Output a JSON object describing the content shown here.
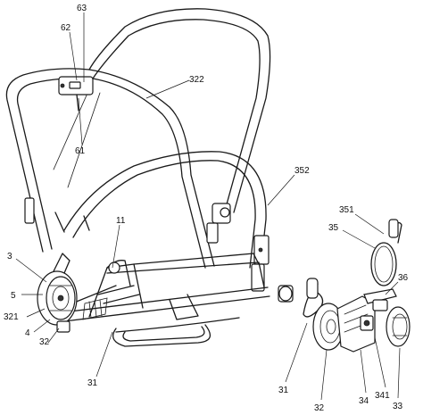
{
  "figure": {
    "callouts": [
      {
        "id": "63",
        "text": "63"
      },
      {
        "id": "62",
        "text": "62"
      },
      {
        "id": "61",
        "text": "61"
      },
      {
        "id": "322",
        "text": "322"
      },
      {
        "id": "352",
        "text": "352"
      },
      {
        "id": "11",
        "text": "11"
      },
      {
        "id": "3",
        "text": "3"
      },
      {
        "id": "5",
        "text": "5"
      },
      {
        "id": "321",
        "text": "321"
      },
      {
        "id": "4",
        "text": "4"
      },
      {
        "id": "32a",
        "text": "32"
      },
      {
        "id": "31a",
        "text": "31"
      },
      {
        "id": "351",
        "text": "351"
      },
      {
        "id": "35",
        "text": "35"
      },
      {
        "id": "36",
        "text": "36"
      },
      {
        "id": "31b",
        "text": "31"
      },
      {
        "id": "32b",
        "text": "32"
      },
      {
        "id": "34",
        "text": "34"
      },
      {
        "id": "341",
        "text": "341"
      },
      {
        "id": "33",
        "text": "33"
      }
    ]
  }
}
